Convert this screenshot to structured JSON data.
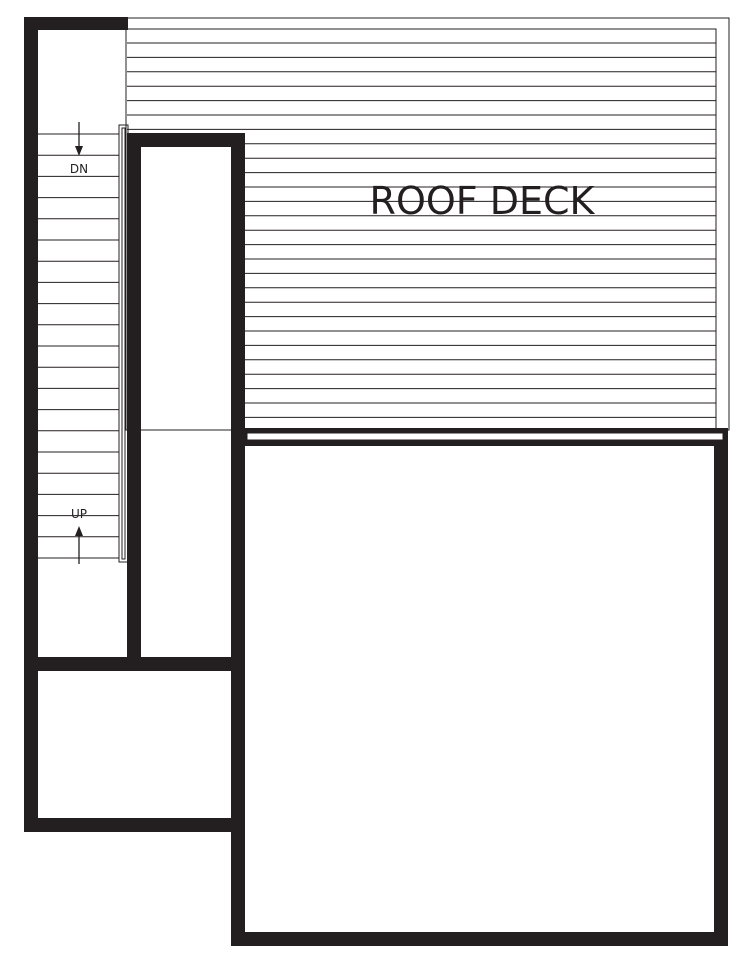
{
  "plan": {
    "roof_deck_label": "ROOF DECK",
    "stair_down_label": "DN",
    "stair_up_label": "UP",
    "colors": {
      "wall": "#231f20",
      "background": "#ffffff"
    }
  }
}
